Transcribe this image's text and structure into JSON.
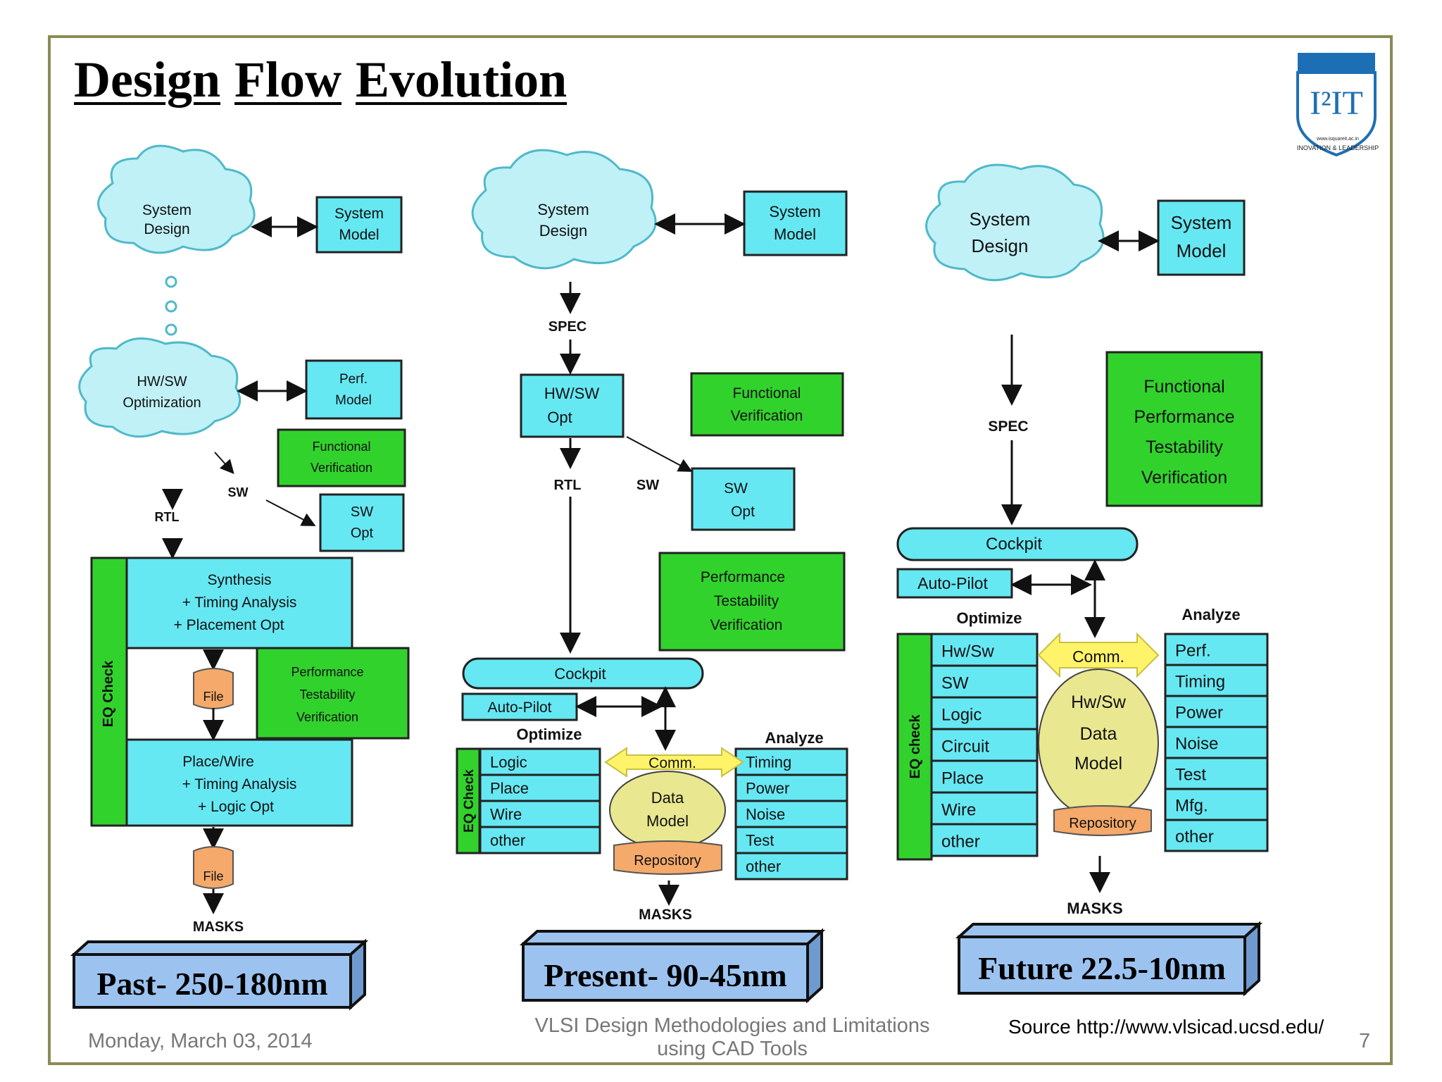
{
  "title": {
    "w1": "Design",
    "w2": "Flow",
    "w3": "Evolution"
  },
  "logo": {
    "text": "I²IT",
    "tagline": "INOVATION & LEADERSHIP",
    "url": "www.isquareit.ac.in"
  },
  "common": {
    "system_design_1": "System",
    "system_design_2": "Design",
    "system_model_1": "System",
    "system_model_2": "Model",
    "spec": "SPEC",
    "rtl": "RTL",
    "sw": "SW",
    "masks": "MASKS",
    "cockpit": "Cockpit",
    "autopilot": "Auto-Pilot",
    "comm": "Comm.",
    "data": "Data",
    "model": "Model",
    "repository": "Repository",
    "optimize": "Optimize",
    "analyze": "Analyze",
    "eq_check": "EQ Check",
    "file": "File"
  },
  "past": {
    "hwsw_1": "HW/SW",
    "hwsw_2": "Optimization",
    "perf_1": "Perf.",
    "perf_2": "Model",
    "fv_1": "Functional",
    "fv_2": "Verification",
    "swopt_1": "SW",
    "swopt_2": "Opt",
    "synth_1": "Synthesis",
    "synth_2": "+ Timing Analysis",
    "synth_3": "+ Placement Opt",
    "ptv_1": "Performance",
    "ptv_2": "Testability",
    "ptv_3": "Verification",
    "pw_1": "Place/Wire",
    "pw_2": "+ Timing Analysis",
    "pw_3": "+ Logic Opt",
    "label": "Past- 250-180nm"
  },
  "present": {
    "hwsw_1": "HW/SW",
    "hwsw_2": "Opt",
    "fv_1": "Functional",
    "fv_2": "Verification",
    "swopt_1": "SW",
    "swopt_2": "Opt",
    "ptv_1": "Performance",
    "ptv_2": "Testability",
    "ptv_3": "Verification",
    "opt_items": [
      "Logic",
      "Place",
      "Wire",
      "other"
    ],
    "ana_items": [
      "Timing",
      "Power",
      "Noise",
      "Test",
      "other"
    ],
    "label": "Present- 90-45nm"
  },
  "future": {
    "fptv_1": "Functional",
    "fptv_2": "Performance",
    "fptv_3": "Testability",
    "fptv_4": "Verification",
    "hwsw": "Hw/Sw",
    "opt_items": [
      "Hw/Sw",
      "SW",
      "Logic",
      "Circuit",
      "Place",
      "Wire",
      "other"
    ],
    "ana_items": [
      "Perf.",
      "Timing",
      "Power",
      "Noise",
      "Test",
      "Mfg.",
      "other"
    ],
    "eq_check": "EQ check",
    "label": "Future 22.5-10nm"
  },
  "footer": {
    "date": "Monday, March 03, 2014",
    "course_1": "VLSI Design Methodologies and Limitations",
    "course_2": "using CAD Tools",
    "source": "Source  http://www.vlsicad.ucsd.edu/",
    "page": "7"
  }
}
